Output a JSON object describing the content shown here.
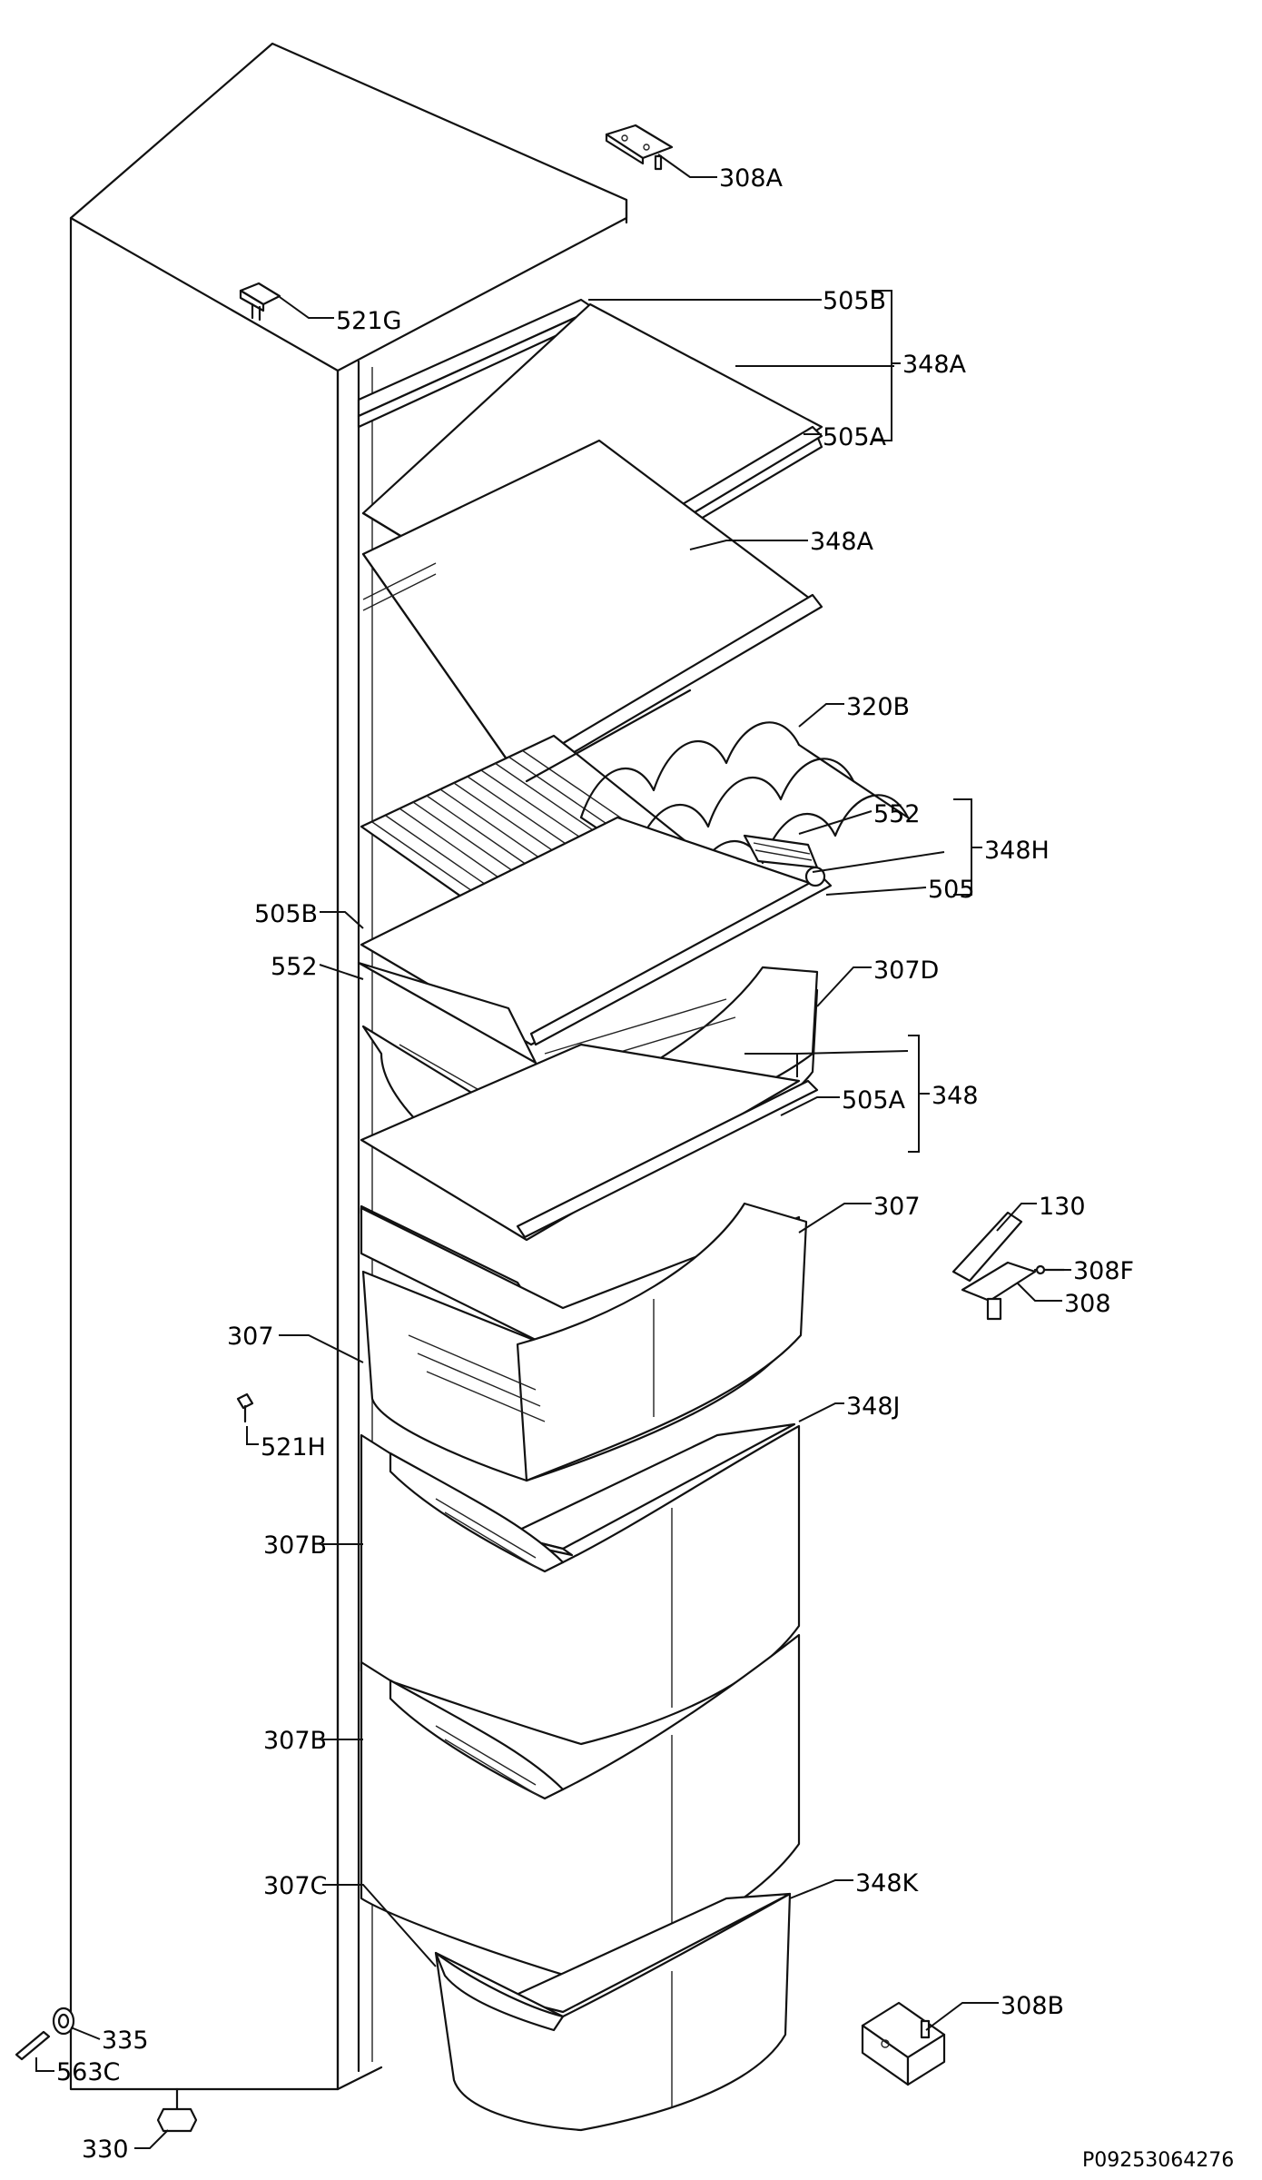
{
  "labels": {
    "l308a": "308A",
    "l521g": "521G",
    "l505b_top": "505B",
    "l348a_group": "348A",
    "l505a_top": "505A",
    "l348a_2": "348A",
    "l320b": "320B",
    "l552_r": "552",
    "l348h": "348H",
    "l505": "505",
    "l505b_left": "505B",
    "l552_left": "552",
    "l307d": "307D",
    "l348": "348",
    "l505a_2": "505A",
    "l307_r": "307",
    "l130": "130",
    "l308f": "308F",
    "l308": "308",
    "l307_left": "307",
    "l348j": "348J",
    "l521h": "521H",
    "l307b_1": "307B",
    "l307b_2": "307B",
    "l307c": "307C",
    "l348k": "348K",
    "l308b": "308B",
    "l335": "335",
    "l563c": "563C",
    "l330": "330"
  },
  "document_id": "P09253064276"
}
